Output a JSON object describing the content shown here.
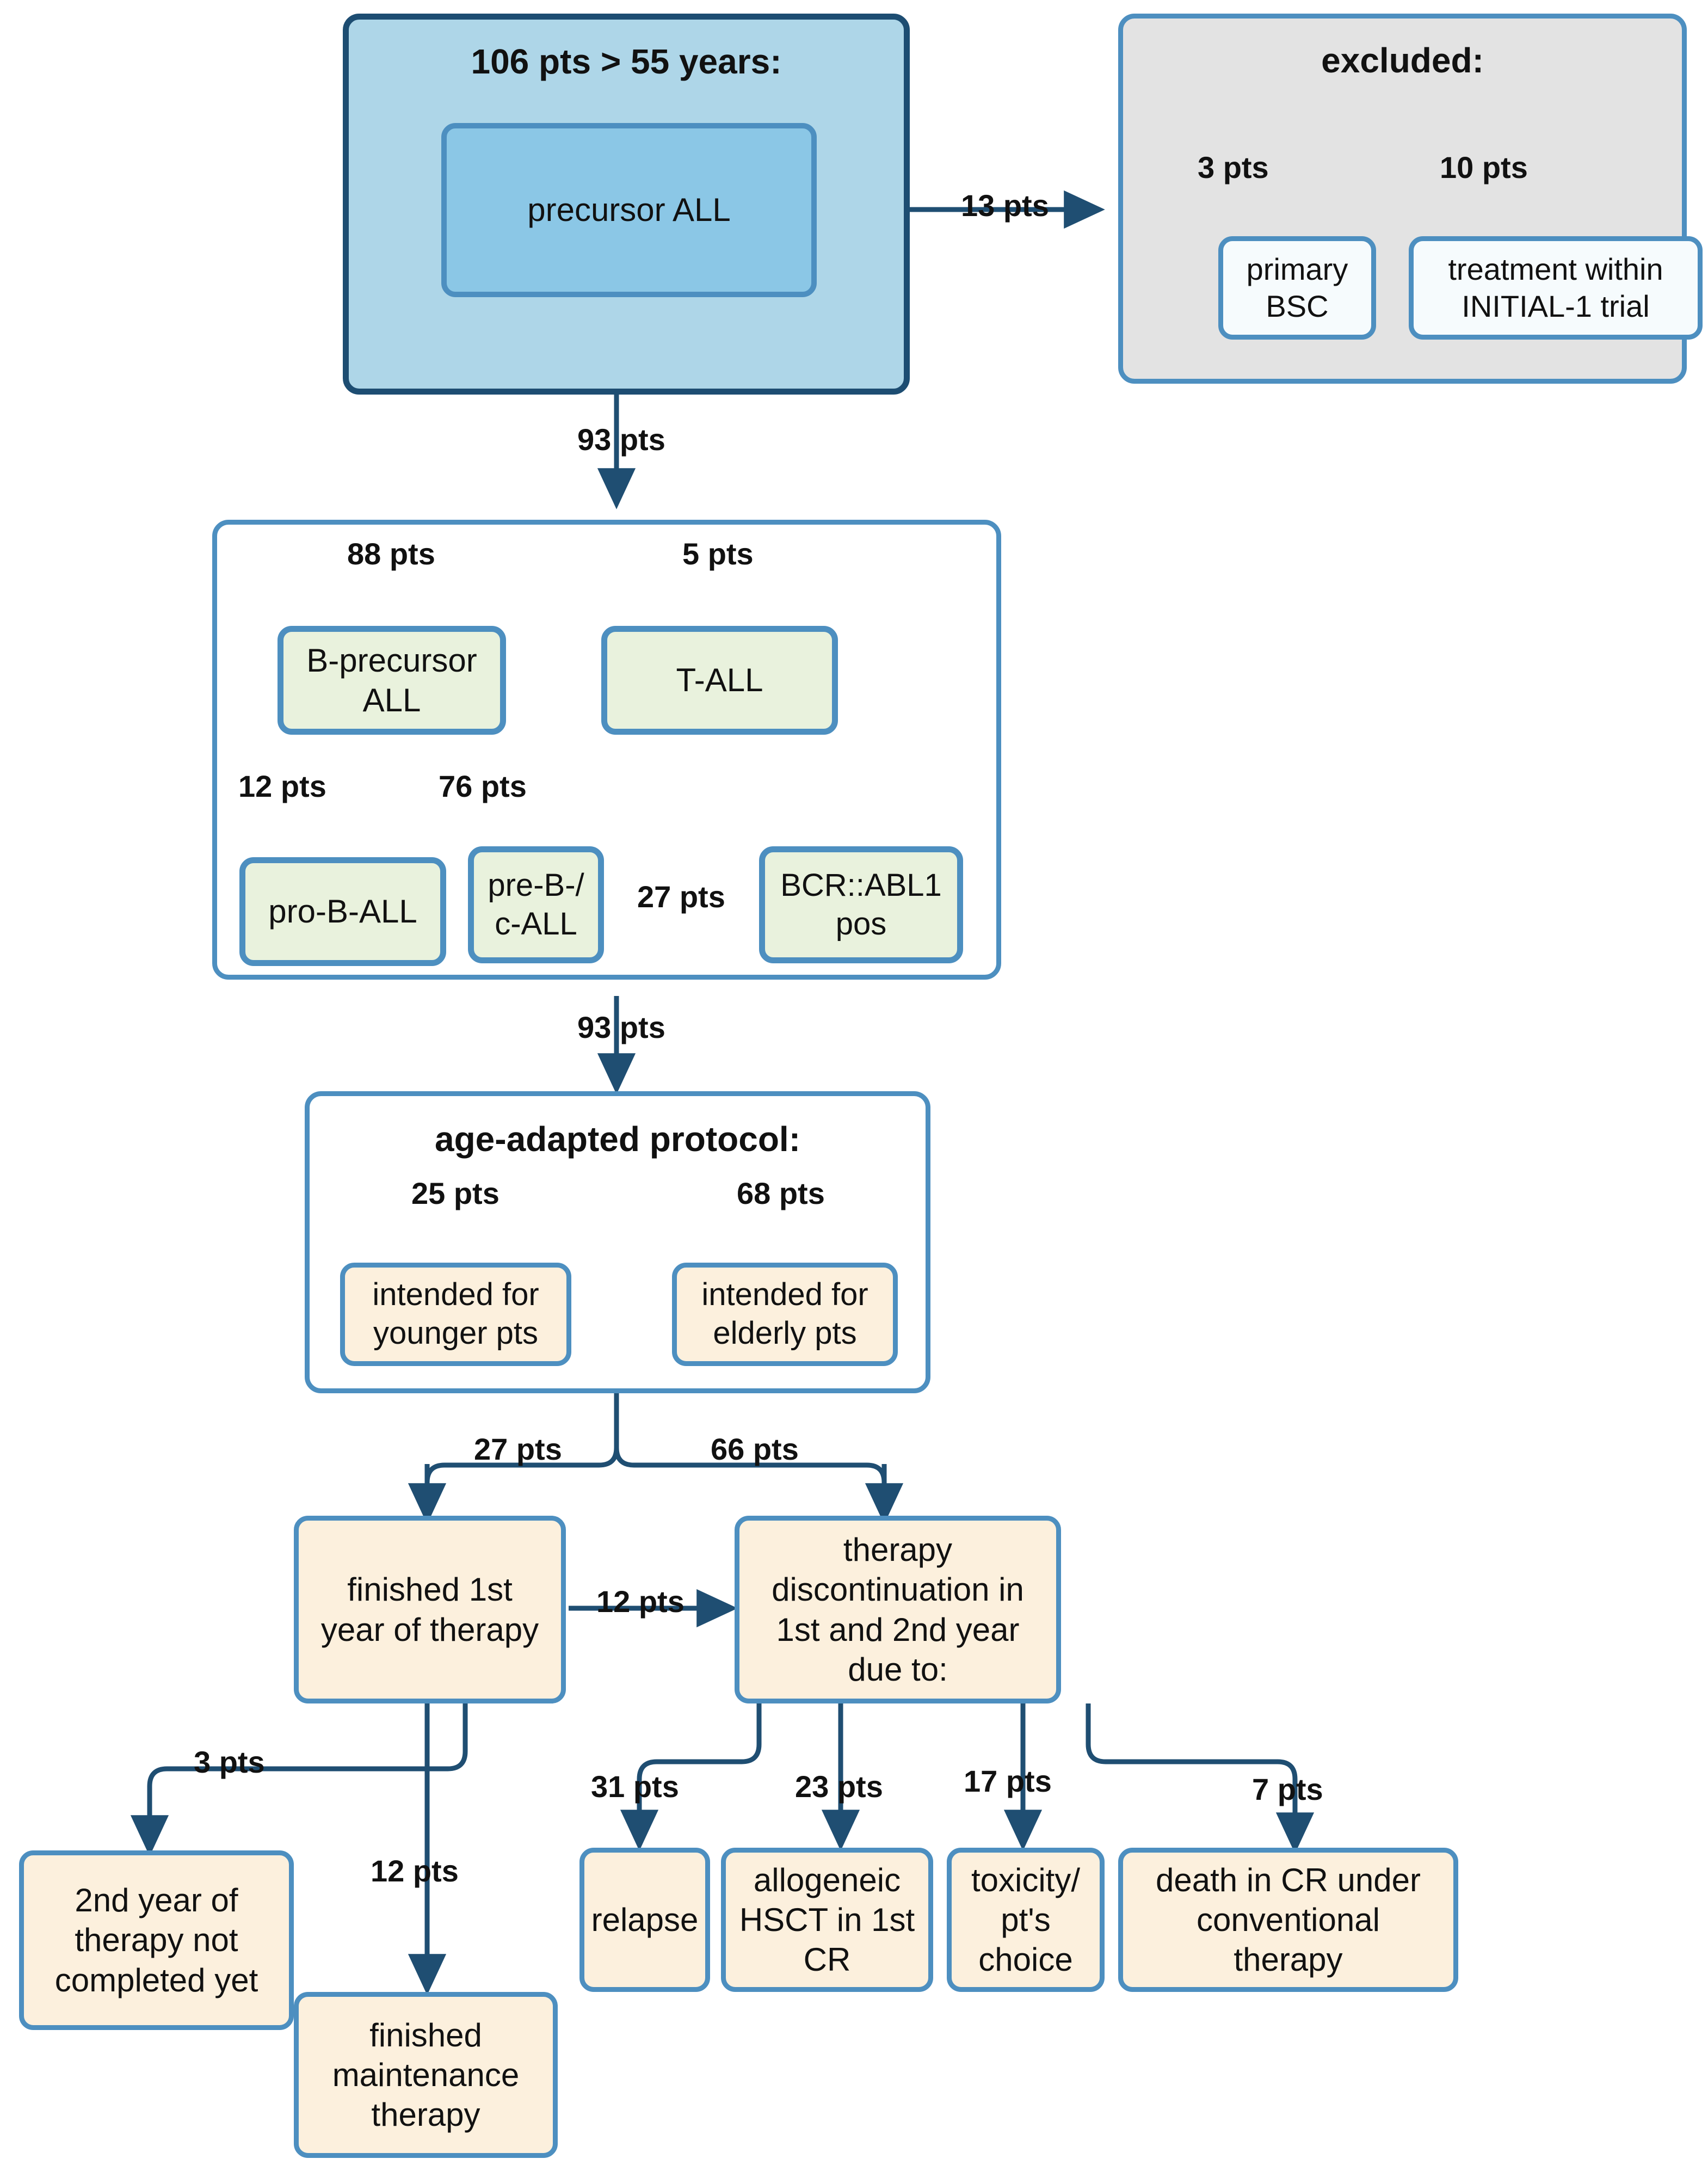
{
  "diagram": {
    "title": "CONSORT-style patient flow for precursor ALL patients over 55 years",
    "colors": {
      "outer_blue_fill": "#aed6e8",
      "outer_blue_border": "#1d4d72",
      "inner_blue_fill": "#8bc7e6",
      "border_blue": "#4d8fc0",
      "grey_fill": "#e3e3e3",
      "white_fill": "#f6fbfd",
      "green_fill": "#e9f2dd",
      "beige_fill": "#fcf0dd",
      "arrow_navy": "#1f4e72"
    }
  },
  "cohort": {
    "header": "106 pts > 55 years:",
    "inner_label": "precursor ALL"
  },
  "excluded": {
    "header": "excluded:",
    "boxes": [
      {
        "label": "primary\nBSC",
        "count": "3 pts"
      },
      {
        "label": "treatment within\nINITIAL-1 trial",
        "count": "10 pts"
      }
    ]
  },
  "immunophenotype": {
    "boxes": [
      {
        "label": "B-precursor\nALL"
      },
      {
        "label": "T-ALL"
      },
      {
        "label": "pro-B-ALL"
      },
      {
        "label": "pre-B-/\nc-ALL"
      },
      {
        "label": "BCR::ABL1\npos"
      }
    ]
  },
  "protocol": {
    "header": "age-adapted protocol:",
    "boxes": [
      {
        "label": "intended for\nyounger pts"
      },
      {
        "label": "intended for\nelderly pts"
      }
    ]
  },
  "therapy": {
    "boxes": [
      {
        "label": "finished 1st\nyear of therapy"
      },
      {
        "label": "therapy\ndiscontinuation in\n1st and 2nd year\ndue to:"
      },
      {
        "label": "2nd year of\ntherapy not\ncompleted yet"
      },
      {
        "label": "finished\nmaintenance\ntherapy"
      },
      {
        "label": "relapse"
      },
      {
        "label": "allogeneic\nHSCT in 1st\nCR"
      },
      {
        "label": "toxicity/\npt's\nchoice"
      },
      {
        "label": "death in CR under\nconventional\ntherapy"
      }
    ]
  },
  "edges": {
    "excluded_total": "13 pts",
    "excluded_bsc": "3 pts",
    "excluded_initial1": "10 pts",
    "to_phenotype": "93 pts",
    "b_precursor": "88 pts",
    "t_all": "5 pts",
    "pro_b": "12 pts",
    "pre_b_c": "76 pts",
    "bcr_abl1": "27 pts",
    "to_protocol": "93 pts",
    "younger": "25 pts",
    "elderly": "68 pts",
    "finished_first_year": "27 pts",
    "discontinuation": "66 pts",
    "first_to_disc": "12 pts",
    "second_year_incomplete": "3 pts",
    "maintenance": "12 pts",
    "relapse": "31 pts",
    "hsct": "23 pts",
    "toxicity": "17 pts",
    "death_cr": "7 pts"
  }
}
